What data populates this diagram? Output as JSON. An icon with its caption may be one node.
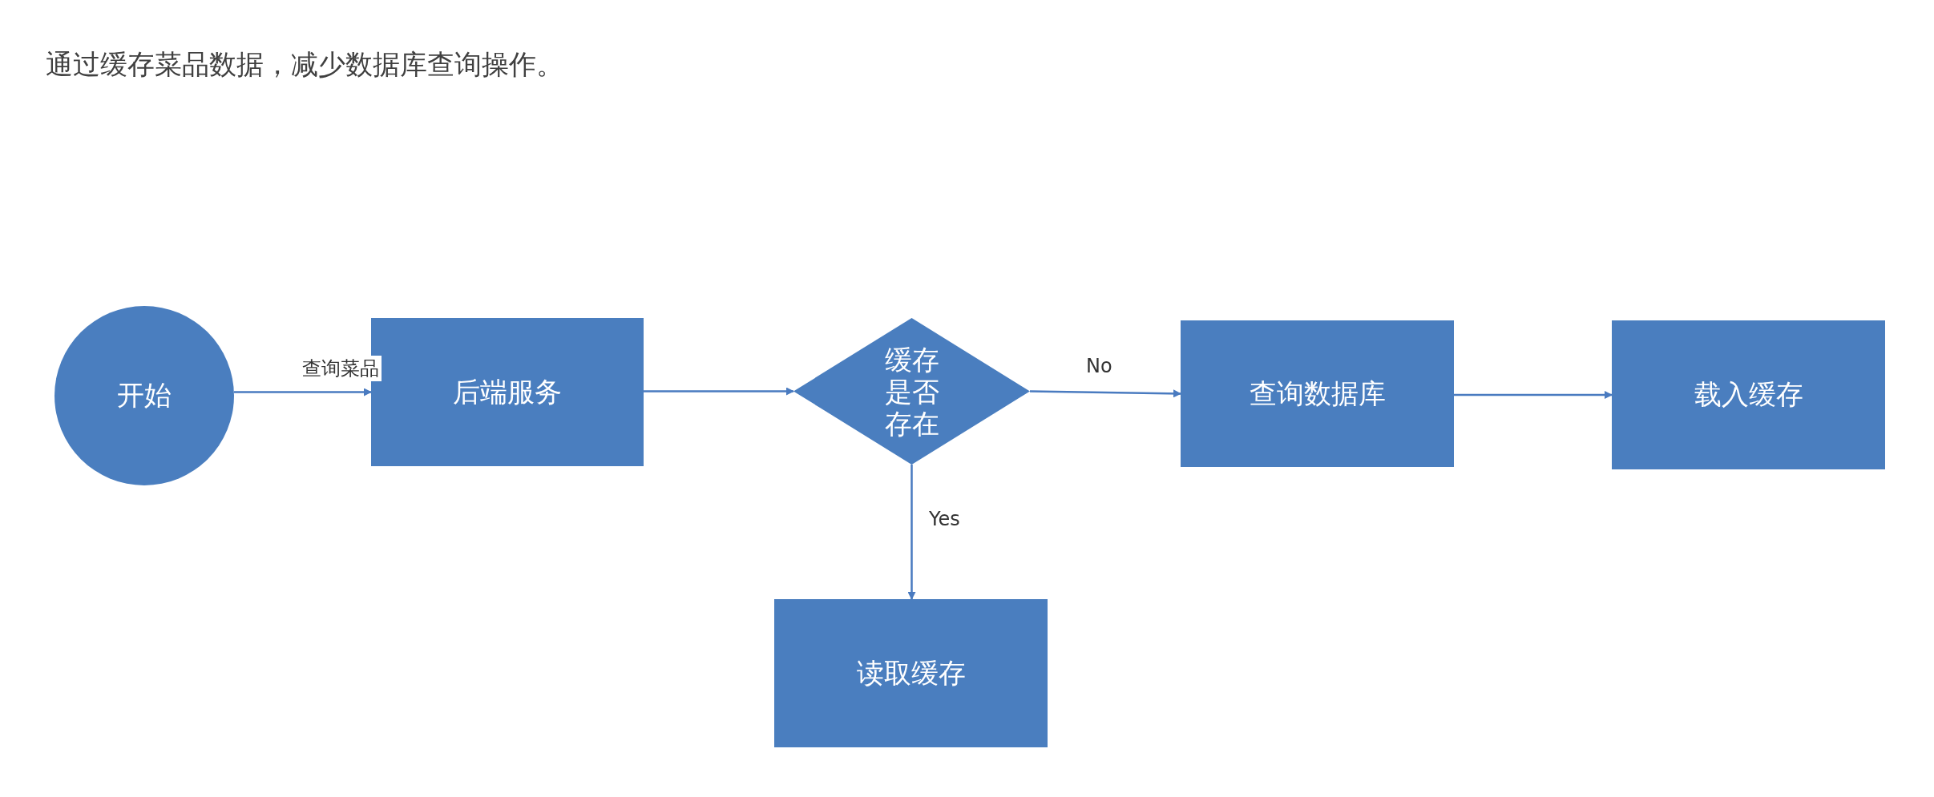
{
  "diagram": {
    "title": "通过缓存菜品数据，减少数据库查询操作。",
    "nodes": [
      {
        "text": [
          "开始"
        ]
      },
      {
        "text": [
          "后端服务"
        ]
      },
      {
        "text": [
          "缓存是否存在"
        ]
      },
      {
        "text": [
          "查询数据库"
        ]
      },
      {
        "text": [
          "载入缓存"
        ]
      },
      {
        "text": [
          "读取缓存"
        ]
      }
    ],
    "edges": [
      {
        "from": 0,
        "to": 1,
        "arrow": "to",
        "label": "查询菜品"
      },
      {
        "from": 1,
        "to": 2,
        "arrow": "to"
      },
      {
        "from": 2,
        "to": 3,
        "arrow": "to",
        "label": "No"
      },
      {
        "from": 3,
        "to": 4,
        "arrow": "to"
      },
      {
        "from": 2,
        "to": 5,
        "arrow": "to",
        "label": "Yes"
      }
    ]
  }
}
